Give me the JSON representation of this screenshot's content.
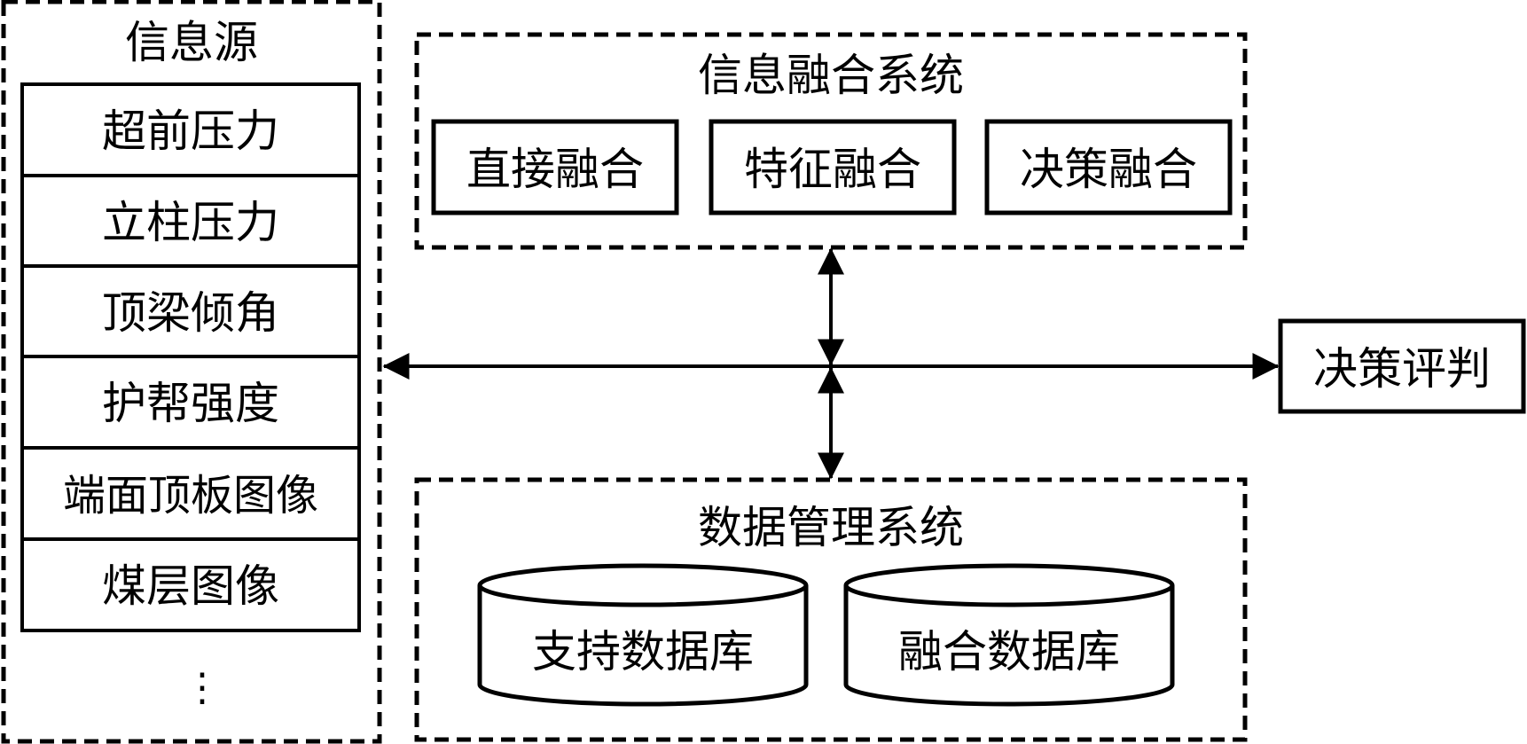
{
  "info_source": {
    "title": "信息源",
    "items": [
      "超前压力",
      "立柱压力",
      "顶梁倾角",
      "护帮强度",
      "端面顶板图像",
      "煤层图像"
    ],
    "ellipsis": "⋮"
  },
  "fusion_system": {
    "title": "信息融合系统",
    "methods": [
      "直接融合",
      "特征融合",
      "决策融合"
    ]
  },
  "data_management": {
    "title": "数据管理系统",
    "databases": [
      "支持数据库",
      "融合数据库"
    ]
  },
  "decision": {
    "label": "决策评判"
  }
}
